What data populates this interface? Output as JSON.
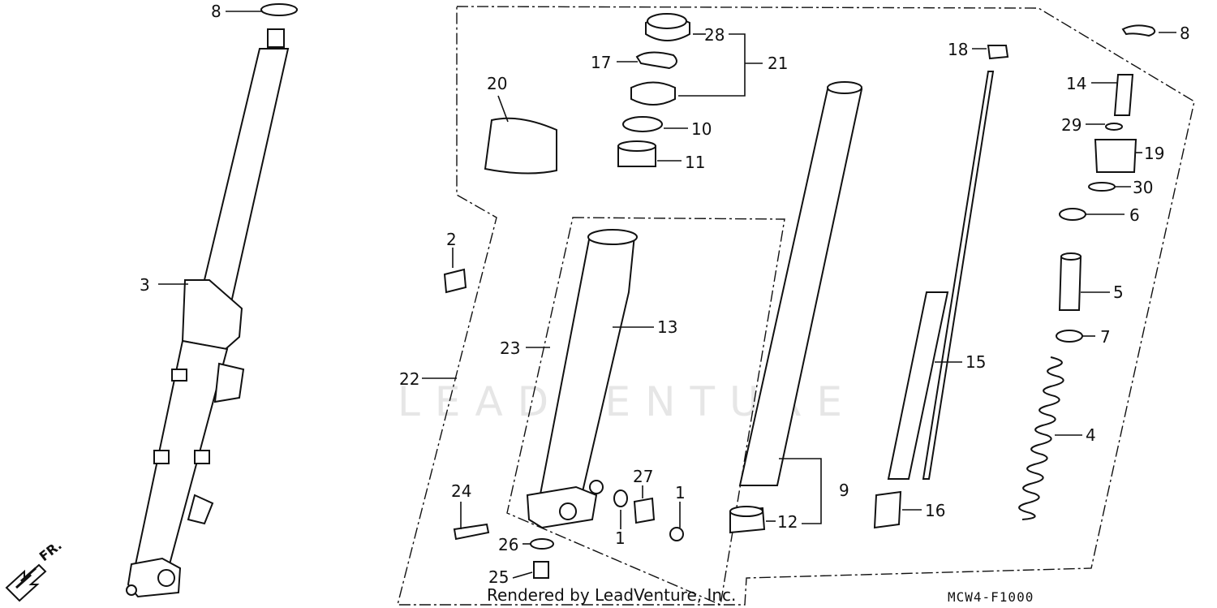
{
  "watermark": "LEADVENTURE",
  "footer": {
    "rendered_by": "Rendered by LeadVenture, Inc.",
    "diagram_code": "MCW4-F1000"
  },
  "direction_marker": "FR.",
  "callouts": {
    "c8_left": "8",
    "c8_right": "8",
    "c3": "3",
    "c28": "28",
    "c21": "21",
    "c17": "17",
    "c10": "10",
    "c11": "11",
    "c20": "20",
    "c2": "2",
    "c22": "22",
    "c23": "23",
    "c13": "13",
    "c24": "24",
    "c27": "27",
    "c1_mid": "1",
    "c1_right": "1",
    "c26": "26",
    "c25": "25",
    "c18": "18",
    "c9": "9",
    "c12": "12",
    "c15": "15",
    "c16": "16",
    "c14": "14",
    "c29": "29",
    "c19": "19",
    "c30": "30",
    "c6": "6",
    "c5": "5",
    "c7": "7",
    "c4": "4"
  },
  "colors": {
    "line": "#111111",
    "watermark": "#e6e6e6",
    "background": "#ffffff"
  }
}
